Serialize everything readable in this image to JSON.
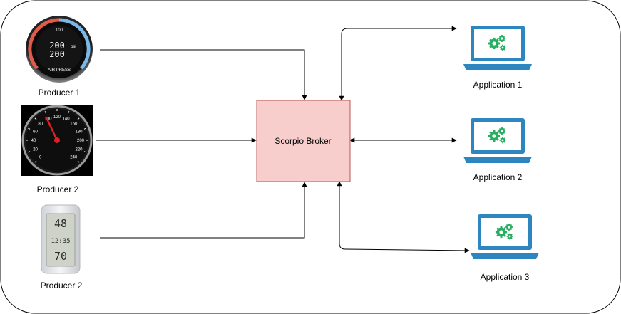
{
  "broker": {
    "label": "Scorpio Broker"
  },
  "producers": [
    {
      "label": "Producer 1",
      "icon": "pressure-gauge-icon",
      "readout_top": "200",
      "readout_bottom": "200",
      "unit": "psi",
      "caption": "AIR PRESS"
    },
    {
      "label": "Producer 2",
      "icon": "speedometer-icon",
      "ticks": [
        "0",
        "20",
        "40",
        "60",
        "80",
        "100",
        "120",
        "140",
        "160",
        "180",
        "200",
        "220",
        "240"
      ]
    },
    {
      "label": "Producer 2",
      "icon": "thermometer-icon",
      "readout_top": "48",
      "readout_mid": "12:35",
      "readout_bottom": "70"
    }
  ],
  "applications": [
    {
      "label": "Application 1",
      "icon": "laptop-gears-icon"
    },
    {
      "label": "Application 2",
      "icon": "laptop-gears-icon"
    },
    {
      "label": "Application 3",
      "icon": "laptop-gears-icon"
    }
  ],
  "colors": {
    "broker_fill": "#f8cecc",
    "broker_stroke": "#b85450",
    "laptop": "#2e86c1",
    "gear": "#27ae60",
    "needle": "#e02020"
  }
}
